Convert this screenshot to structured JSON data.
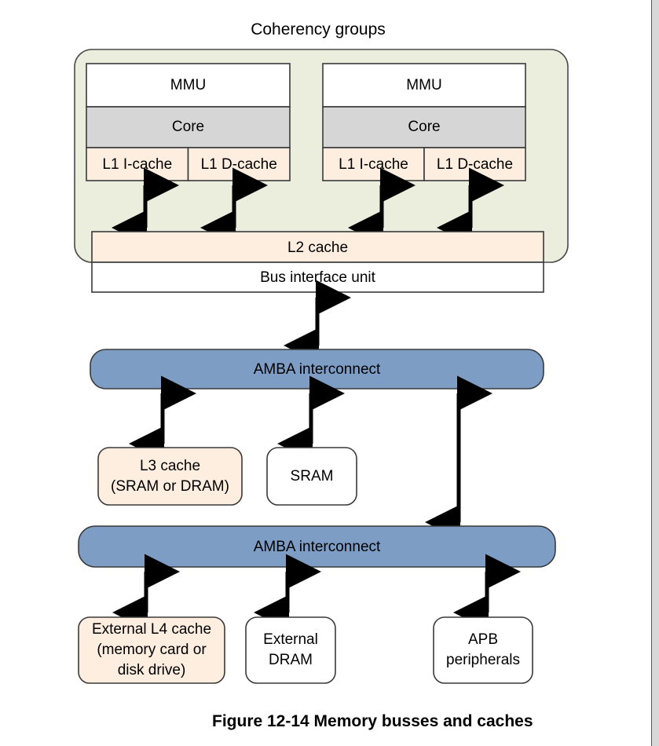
{
  "figure": {
    "title": "Coherency groups",
    "caption": "Figure 12-14 Memory busses and caches"
  },
  "colors": {
    "cache_fill": "#fdeee0",
    "core_fill": "#d6d6d6",
    "mmu_fill": "#ffffff",
    "group_fill": "#ebeedd",
    "bus_fill": "#7d9dc4",
    "plain_fill": "#ffffff",
    "stroke": "#3a3a3a",
    "arrow": "#000000",
    "page_background": "#ffffff"
  },
  "chart_data": {
    "type": "diagram",
    "title": "Figure 12-14 Memory busses and caches",
    "group_label": "Coherency groups",
    "nodes": [
      {
        "id": "mmu-0",
        "label": "MMU",
        "fill": "#ffffff"
      },
      {
        "id": "core-0",
        "label": "Core",
        "fill": "#d6d6d6"
      },
      {
        "id": "l1i-0",
        "label": "L1 I-cache",
        "fill": "#fdeee0"
      },
      {
        "id": "l1d-0",
        "label": "L1 D-cache",
        "fill": "#fdeee0"
      },
      {
        "id": "mmu-1",
        "label": "MMU",
        "fill": "#ffffff"
      },
      {
        "id": "core-1",
        "label": "Core",
        "fill": "#d6d6d6"
      },
      {
        "id": "l1i-1",
        "label": "L1 I-cache",
        "fill": "#fdeee0"
      },
      {
        "id": "l1d-1",
        "label": "L1 D-cache",
        "fill": "#fdeee0"
      },
      {
        "id": "l2",
        "label": "L2 cache",
        "fill": "#fdeee0"
      },
      {
        "id": "biu",
        "label": "Bus interface unit",
        "fill": "#ffffff"
      },
      {
        "id": "amba-top",
        "label": "AMBA interconnect",
        "fill": "#7d9dc4"
      },
      {
        "id": "l3",
        "label": "L3 cache\n(SRAM or DRAM)",
        "fill": "#fdeee0"
      },
      {
        "id": "sram",
        "label": "SRAM",
        "fill": "#ffffff"
      },
      {
        "id": "amba-bottom",
        "label": "AMBA interconnect",
        "fill": "#7d9dc4"
      },
      {
        "id": "l4",
        "label": "External L4 cache\n(memory card or\ndisk drive)",
        "fill": "#fdeee0"
      },
      {
        "id": "dram",
        "label": "External\nDRAM",
        "fill": "#ffffff"
      },
      {
        "id": "apb",
        "label": "APB\nperipherals",
        "fill": "#ffffff"
      }
    ],
    "edges": [
      {
        "from": "l1i-0",
        "to": "l2",
        "style": "double-arrow"
      },
      {
        "from": "l1d-0",
        "to": "l2",
        "style": "double-arrow"
      },
      {
        "from": "l1i-1",
        "to": "l2",
        "style": "double-arrow"
      },
      {
        "from": "l1d-1",
        "to": "l2",
        "style": "double-arrow"
      },
      {
        "from": "biu",
        "to": "amba-top",
        "style": "double-arrow"
      },
      {
        "from": "amba-top",
        "to": "l3",
        "style": "double-arrow"
      },
      {
        "from": "amba-top",
        "to": "sram",
        "style": "double-arrow"
      },
      {
        "from": "amba-top",
        "to": "amba-bottom",
        "style": "double-arrow"
      },
      {
        "from": "amba-bottom",
        "to": "l4",
        "style": "double-arrow"
      },
      {
        "from": "amba-bottom",
        "to": "dram",
        "style": "double-arrow"
      },
      {
        "from": "amba-bottom",
        "to": "apb",
        "style": "double-arrow"
      }
    ]
  },
  "cpu_blocks": [
    {
      "mmu": "MMU",
      "core": "Core",
      "icache": "L1 I-cache",
      "dcache": "L1 D-cache"
    },
    {
      "mmu": "MMU",
      "core": "Core",
      "icache": "L1 I-cache",
      "dcache": "L1 D-cache"
    }
  ],
  "l2": {
    "label": "L2 cache"
  },
  "biu": {
    "label": "Bus interface unit"
  },
  "amba_top": {
    "label": "AMBA interconnect"
  },
  "amba_bottom": {
    "label": "AMBA interconnect"
  },
  "l3": {
    "line1": "L3 cache",
    "line2": "(SRAM or DRAM)"
  },
  "sram": {
    "label": "SRAM"
  },
  "l4": {
    "line1": "External L4 cache",
    "line2": "(memory card or",
    "line3": "disk drive)"
  },
  "dram": {
    "line1": "External",
    "line2": "DRAM"
  },
  "apb": {
    "line1": "APB",
    "line2": "peripherals"
  }
}
